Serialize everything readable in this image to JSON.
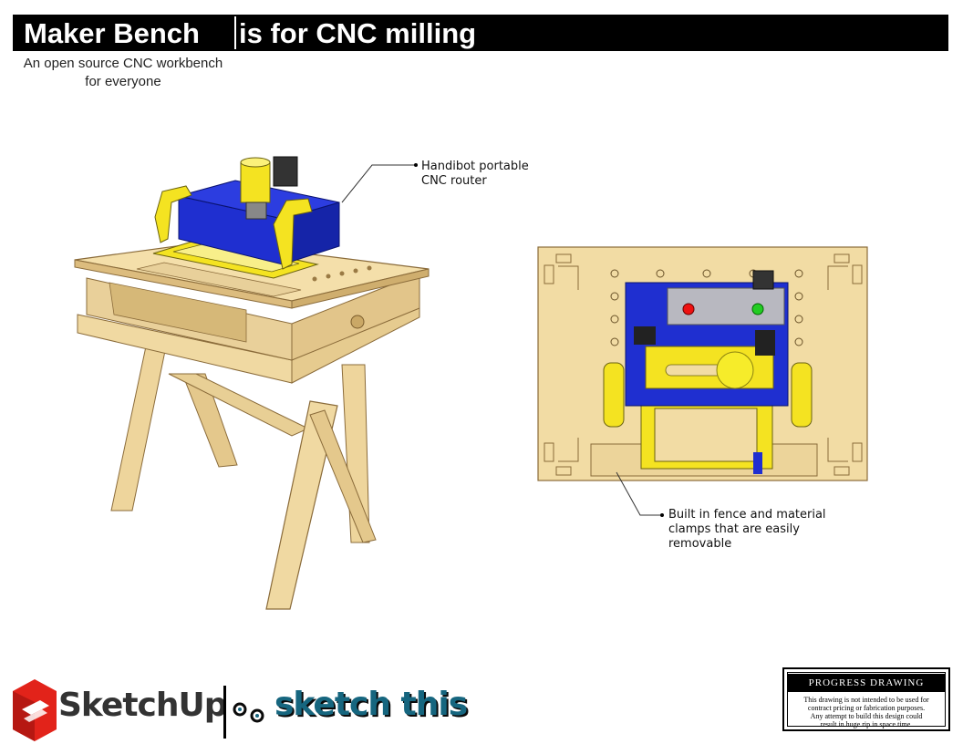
{
  "header": {
    "title_left": "Maker Bench",
    "title_right": "is for CNC milling",
    "subtitle_line1": "An open source CNC workbench",
    "subtitle_line2": "for everyone"
  },
  "callouts": {
    "router": {
      "line1": "Handibot portable",
      "line2": "CNC router"
    },
    "fence": {
      "line1": "Built in fence and material",
      "line2": "clamps that are easily",
      "line3": "removable"
    }
  },
  "stamp": {
    "heading": "PROGRESS DRAWING",
    "line1": "This drawing is not intended to be used for",
    "line2": "contract pricing or fabrication purposes.",
    "line3": "Any attempt to build this design could",
    "line4": "result in huge rip in space time."
  },
  "logos": {
    "sketchup": "SketchUp",
    "sketchthis": "sketch this"
  },
  "colors": {
    "plywood": "#f0d9a2",
    "plywood_edge": "#c9a86a",
    "router_blue": "#1f2fd0",
    "router_yellow": "#f4e321",
    "title_bg": "#000000",
    "sketchup_red": "#e2231a",
    "sketchthis_teal": "#16667f"
  },
  "icons": [
    "sketchup-logo-icon",
    "gears-icon"
  ]
}
